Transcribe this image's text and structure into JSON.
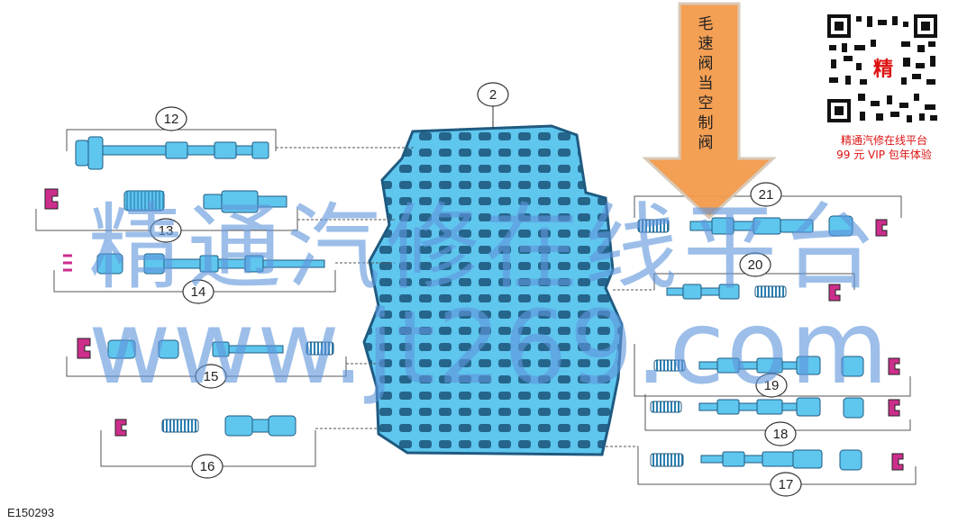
{
  "figure_id": "E150293",
  "callouts": [
    {
      "id": "c2",
      "label": "2"
    },
    {
      "id": "c12",
      "label": "12"
    },
    {
      "id": "c13",
      "label": "13"
    },
    {
      "id": "c14",
      "label": "14"
    },
    {
      "id": "c15",
      "label": "15"
    },
    {
      "id": "c16",
      "label": "16"
    },
    {
      "id": "c17",
      "label": "17"
    },
    {
      "id": "c18",
      "label": "18"
    },
    {
      "id": "c19",
      "label": "19"
    },
    {
      "id": "c20",
      "label": "20"
    },
    {
      "id": "c21",
      "label": "21"
    }
  ],
  "arrow_label": "毛速阀当空制阀",
  "qr": {
    "center_char": "精",
    "caption_line1": "精通汽修在线平台",
    "caption_line2": "99 元 VIP 包年体验"
  },
  "watermark": {
    "line1": "精通汽修在线平台",
    "line2": "www.jt269.com"
  },
  "colors": {
    "part_blue": "#5fc6ee",
    "part_dark": "#1f5a80",
    "clip_magenta": "#cc2e8c",
    "arrow_orange": "#f39a4b",
    "watermark_blue": "#5f96dc",
    "caption_red": "#dd1111"
  }
}
